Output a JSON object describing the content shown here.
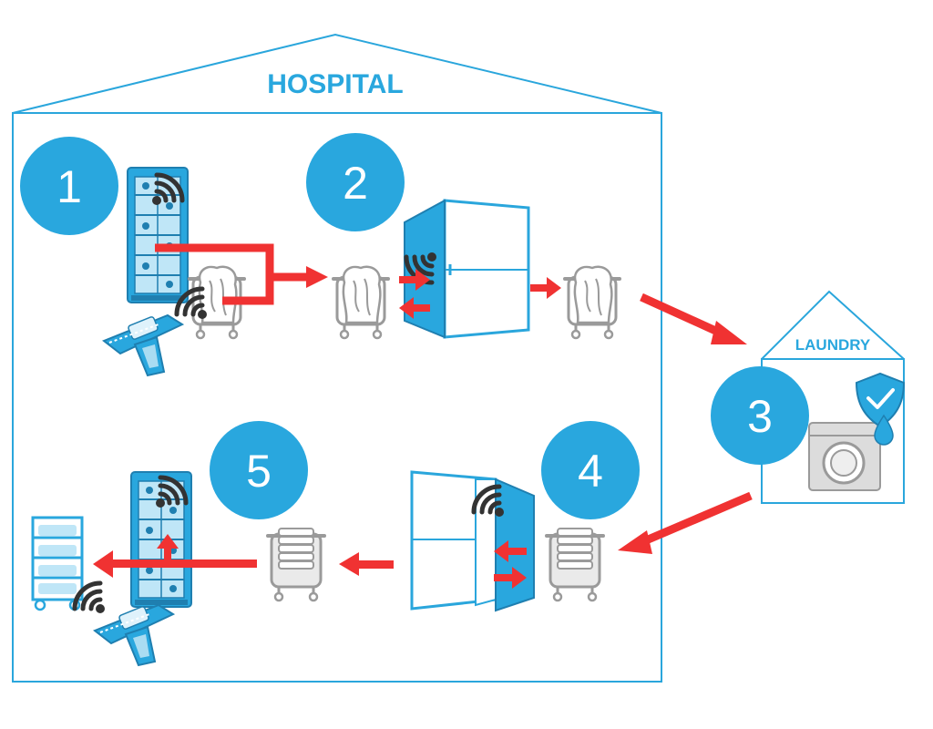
{
  "hospital": {
    "label": "HOSPITAL"
  },
  "laundry": {
    "label": "LAUNDRY"
  },
  "steps": [
    {
      "number": "1"
    },
    {
      "number": "2"
    },
    {
      "number": "3"
    },
    {
      "number": "4"
    },
    {
      "number": "5"
    }
  ],
  "colors": {
    "accent_blue": "#29a7de",
    "outline_blue": "#2aa6dc",
    "arrow_red": "#f03232",
    "gray": "#9a9a9a",
    "white": "#ffffff"
  },
  "icons": [
    "rfid-cabinet-icon",
    "rfid-handheld-reader-icon",
    "soiled-linen-cart-icon",
    "rfid-door-portal-icon",
    "washing-machine-icon",
    "shield-check-icon",
    "water-drop-icon",
    "clean-linen-cart-icon",
    "linen-trolley-icon",
    "rfid-signal-icon"
  ]
}
